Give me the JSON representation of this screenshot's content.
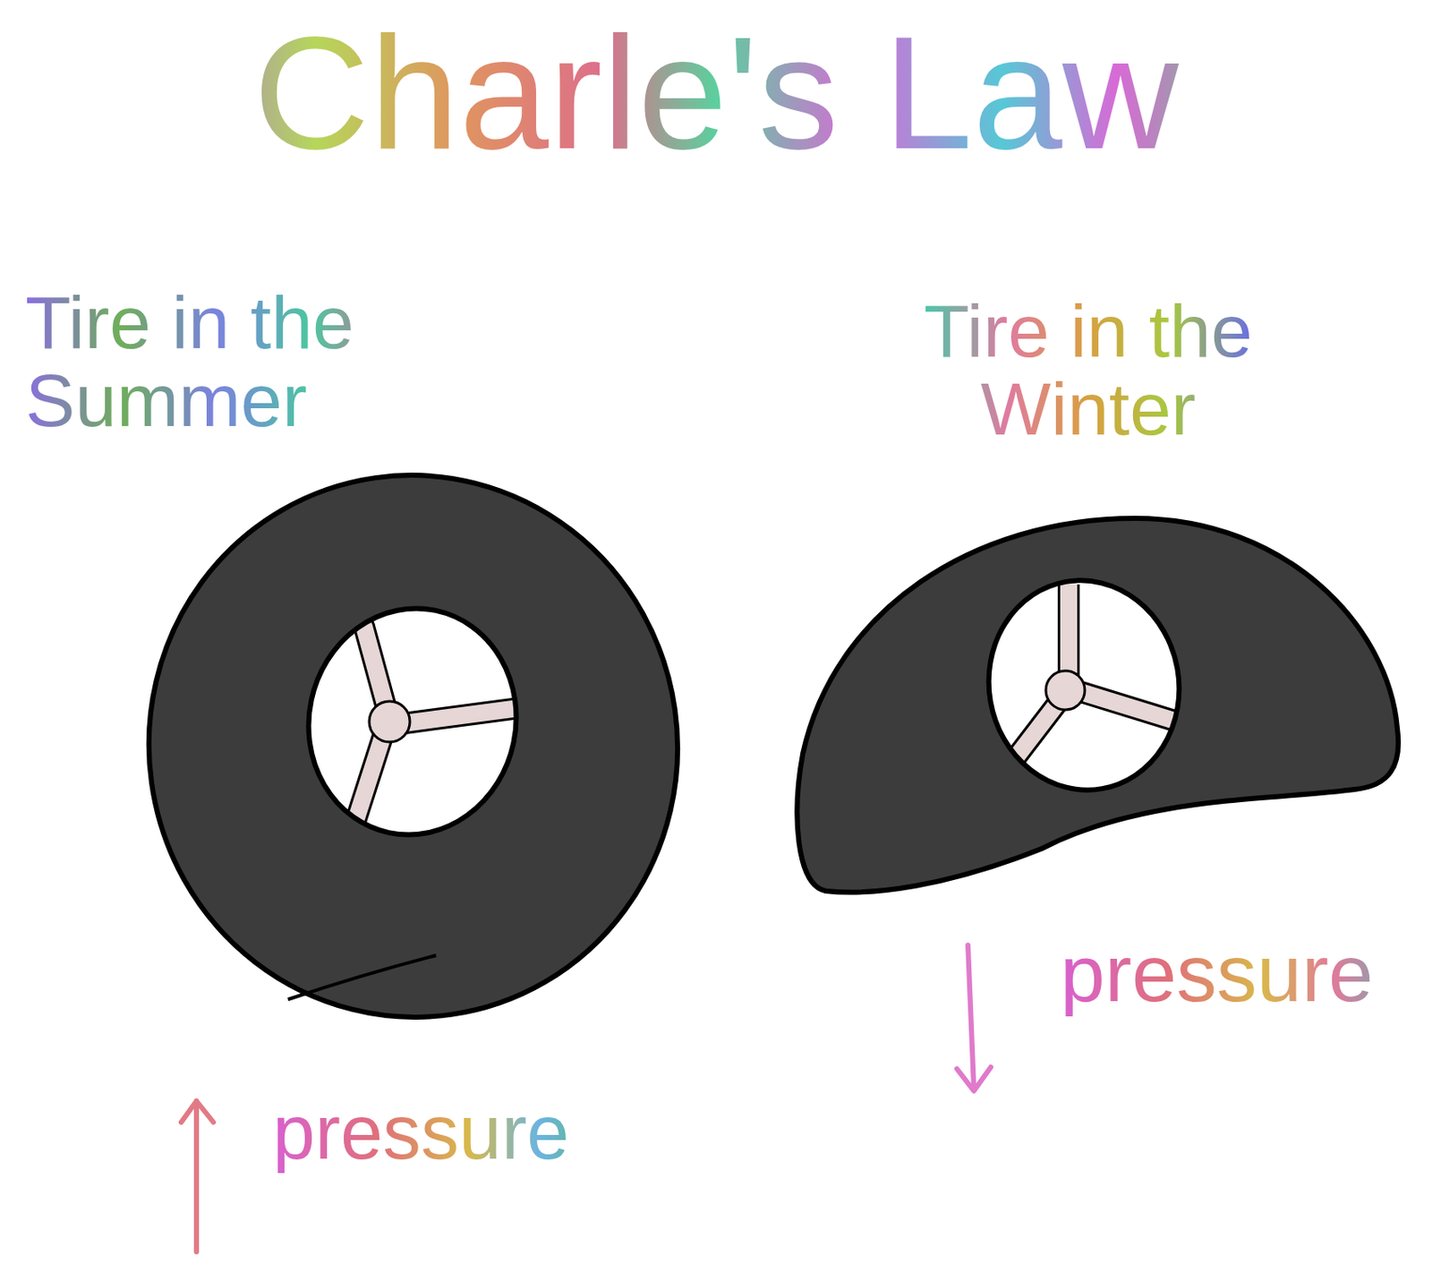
{
  "diagram": {
    "title": "Charle's Law",
    "labels": [
      "Tire in the Summer",
      "Tire in the Winter",
      "pressure",
      "pressure"
    ]
  }
}
